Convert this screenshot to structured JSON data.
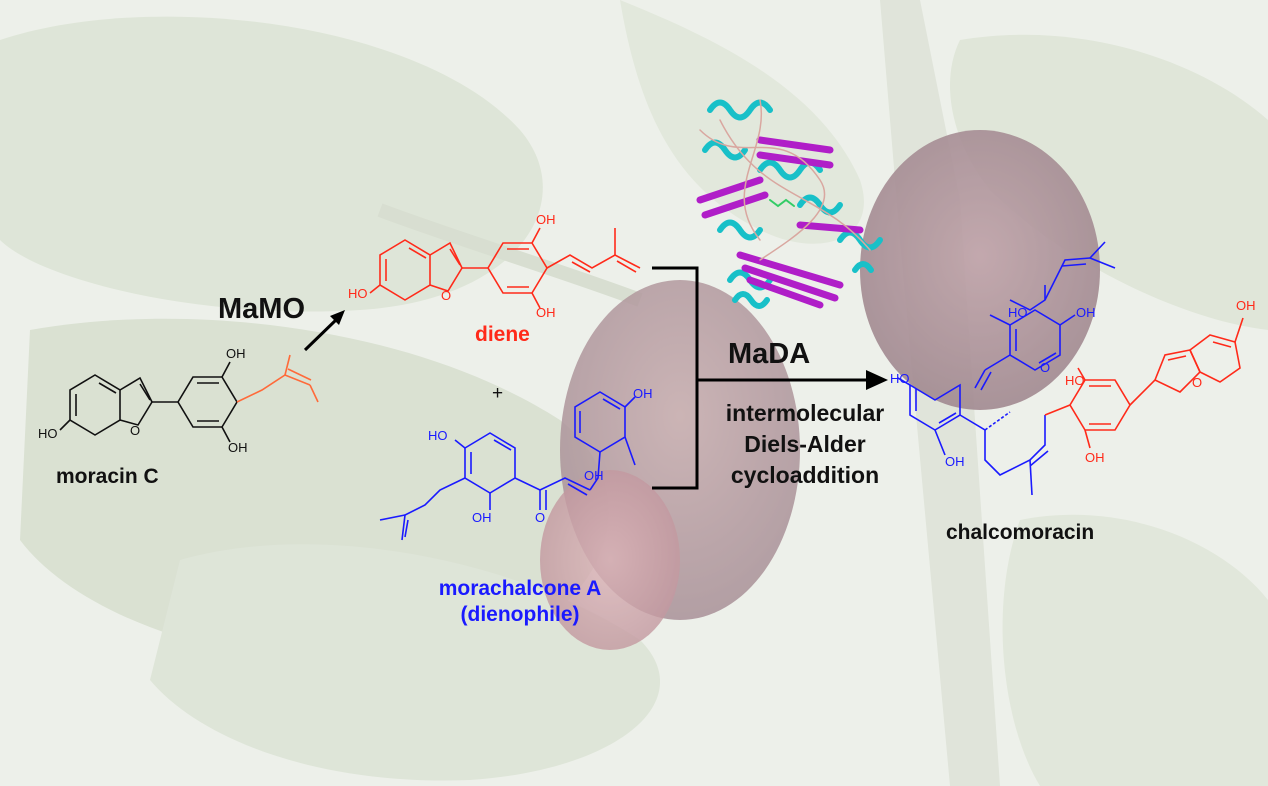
{
  "reaction": {
    "step1_enzyme": "MaMO",
    "step2_enzyme": "MaDA",
    "step2_description": [
      "intermolecular",
      "Diels-Alder",
      "cycloaddition"
    ],
    "plus": "+"
  },
  "compounds": {
    "moracin_c": {
      "name": "moracin C",
      "color": "#111111"
    },
    "diene": {
      "name": "diene",
      "color": "#ff2a1a"
    },
    "morachalcone_a": {
      "name": "morachalcone A",
      "role": "(dienophile)",
      "color": "#1a1aff"
    },
    "chalcomoracin": {
      "name": "chalcomoracin",
      "color": "#111111"
    }
  },
  "atoms": {
    "oh": "OH",
    "ho": "HO",
    "o": "O"
  },
  "colors": {
    "diene_red": "#ff2a1a",
    "dienophile_blue": "#1a1aff",
    "protein_helix": "#18c0c8",
    "protein_sheet": "#b01ec8",
    "background_leaf": "#c8d4bc",
    "background_fruit": "#8a5a66"
  },
  "icons": {
    "protein": "enzyme-ribbon-structure",
    "background": "mulberry-branch-photo"
  }
}
